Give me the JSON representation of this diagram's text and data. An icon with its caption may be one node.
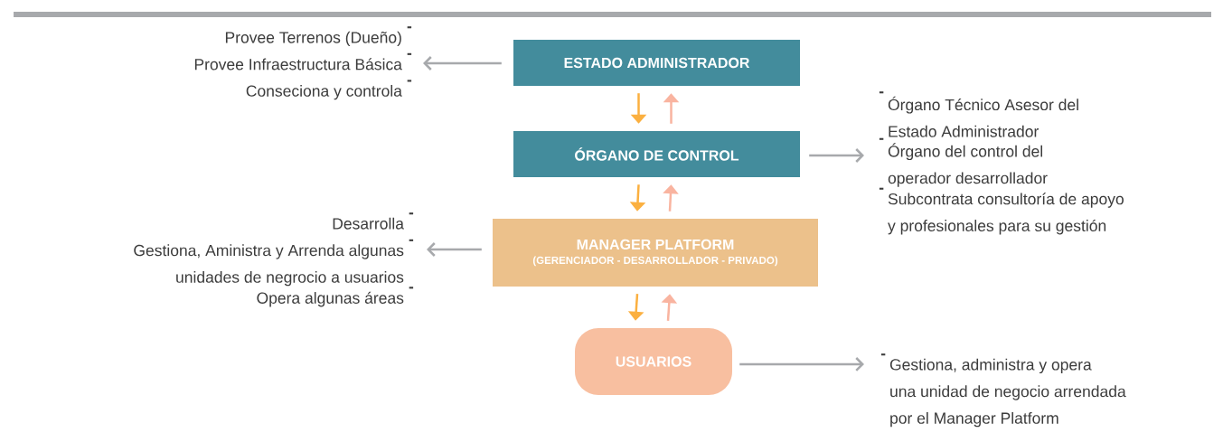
{
  "diagram": {
    "nodes": [
      {
        "text": [
          "ESTADO ADMINISTRADOR"
        ]
      },
      {
        "text": [
          "ÓRGANO DE CONTROL"
        ]
      },
      {
        "text": [
          "MANAGER PLATFORM",
          "(GERENCIADOR - DESARROLLADOR - PRIVADO)"
        ]
      },
      {
        "text": [
          "USUARIOS"
        ]
      },
      {
        "text": [
          "Provee Terrenos (Dueño)",
          "Provee Infraestructura Básica",
          "Conseciona y controla"
        ]
      },
      {
        "text": [
          "Órgano Técnico Asesor del Estado Administrador",
          "Órgano del control del operador desarrollador",
          "Subcontrata consultoría de apoyo y profesionales para su gestión"
        ]
      },
      {
        "text": [
          "Desarrolla",
          "Gestiona, Aministra y Arrenda algunas unidades de negrocio a usuarios",
          "Opera algunas áreas"
        ]
      },
      {
        "text": [
          "Gestiona, administra y opera una unidad de negocio arrendada por el Manager Platform"
        ]
      }
    ],
    "edges": [
      {
        "from": 0,
        "to": 4,
        "arrow": "to",
        "color": "#a7a9ac"
      },
      {
        "from": 1,
        "to": 5,
        "arrow": "to",
        "color": "#a7a9ac"
      },
      {
        "from": 2,
        "to": 6,
        "arrow": "to",
        "color": "#a7a9ac"
      },
      {
        "from": 3,
        "to": 7,
        "arrow": "to",
        "color": "#a7a9ac"
      },
      {
        "from": 0,
        "to": 1,
        "arrow": "to",
        "color": "#fbb040"
      },
      {
        "from": 1,
        "to": 0,
        "arrow": "to",
        "color": "#f9b4a0"
      },
      {
        "from": 1,
        "to": 2,
        "arrow": "to",
        "color": "#fbb040"
      },
      {
        "from": 2,
        "to": 1,
        "arrow": "to",
        "color": "#f9b4a0"
      },
      {
        "from": 2,
        "to": 3,
        "arrow": "to",
        "color": "#fbb040"
      },
      {
        "from": 3,
        "to": 2,
        "arrow": "to",
        "color": "#f9b4a0"
      }
    ],
    "labels": [
      "-",
      "-",
      "-",
      "-",
      "-",
      "-",
      "-",
      "-",
      "-",
      "-"
    ]
  }
}
